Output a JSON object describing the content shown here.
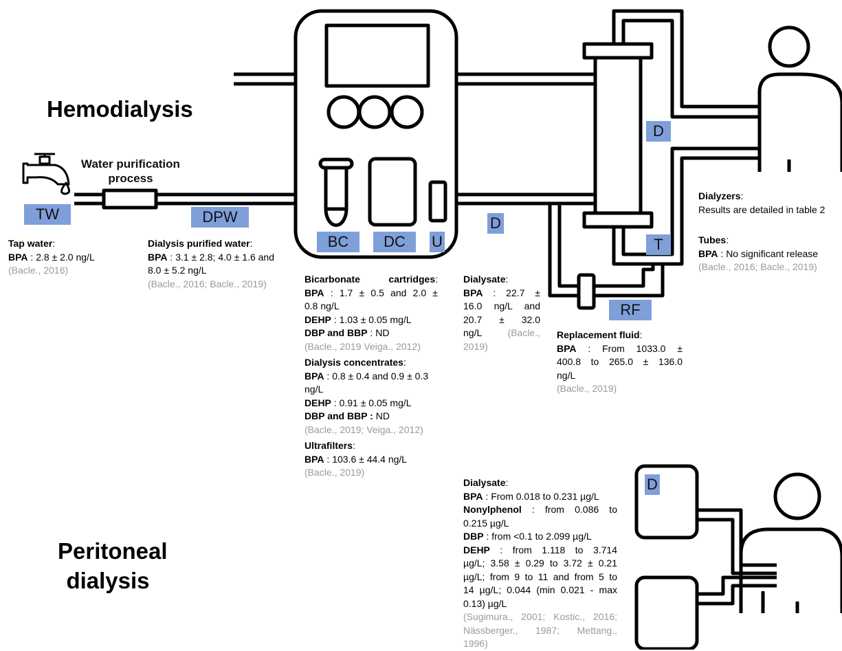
{
  "titles": {
    "hemodialysis": "Hemodialysis",
    "peritoneal_1": "Peritoneal",
    "peritoneal_2": "dialysis"
  },
  "water_process": {
    "line1": "Water purification",
    "line2": "process"
  },
  "badges": {
    "tw": "TW",
    "dpw": "DPW",
    "bc": "BC",
    "dc": "DC",
    "u": "U",
    "d_line": "D",
    "d_filter": "D",
    "t": "T",
    "rf": "RF",
    "d_pd": "D"
  },
  "colors": {
    "badge": "#7f9fd9",
    "citation": "#9a9a9a",
    "stroke": "#000000"
  },
  "tap_water": {
    "heading": "Tap water",
    "bpa_label": "BPA",
    "bpa_value": " : 2.8 ± 2.0 ng/L",
    "citation": "(Bacle., 2016)"
  },
  "dpw_info": {
    "heading": "Dialysis purified water",
    "bpa_label": "BPA",
    "bpa_value_1": " : 3.1 ± 2.8; 4.0 ± 1.6 and",
    "bpa_value_2": "8.0 ± 5.2 ng/L",
    "citation": "(Bacle., 2016; Bacle., 2019)"
  },
  "bicarbonate": {
    "heading": "Bicarbonate cartridges",
    "bpa_label": "BPA",
    "bpa_value_1": " : 1.7 ± 0.5 and 2.0 ±",
    "bpa_value_2": "0.8 ng/L",
    "dehp_label": "DEHP",
    "dehp_value": " : 1.03 ± 0.05 mg/L",
    "dbp_label": "DBP and BBP",
    "dbp_value": " : ND",
    "citation": "(Bacle., 2019 Veiga., 2012)"
  },
  "concentrates": {
    "heading": "Dialysis concentrates",
    "bpa_label": "BPA",
    "bpa_value_1": " : 0.8 ± 0.4 and 0.9 ± 0.3",
    "bpa_value_2": "ng/L",
    "dehp_label": "DEHP",
    "dehp_value": " : 0.91 ± 0.05 mg/L",
    "dbp_label": "DBP and BBP :",
    "dbp_value": " ND",
    "citation": "(Bacle., 2019; Veiga., 2012)"
  },
  "ultrafilters": {
    "heading": "Ultrafilters",
    "bpa_label": "BPA",
    "bpa_value": " : 103.6 ± 44.4 ng/L",
    "citation": "(Bacle., 2019)"
  },
  "dialysate_hd": {
    "heading": "Dialysate",
    "line1_label": "BPA",
    "line1_value": " : 22.7 ±",
    "line2": "16.0 ng/L and",
    "line3": "20.7 ± 32.0",
    "line4_text": "ng/L ",
    "line4_cite": "(Bacle.,",
    "line5_cite": "2019)"
  },
  "replacement_fluid": {
    "heading": "Replacement fluid",
    "bpa_label": "BPA",
    "bpa_value_1": " : From 1033.0 ±",
    "bpa_value_2": "400.8 to 265.0 ± 136.0",
    "bpa_value_3": "ng/L",
    "citation": "(Bacle., 2019)"
  },
  "dialyzers": {
    "heading": "Dialyzers",
    "text": "Results are detailed in table 2"
  },
  "tubes": {
    "heading": "Tubes",
    "bpa_label": "BPA",
    "bpa_value": " : No significant release",
    "citation": "(Bacle., 2016; Bacle., 2019)"
  },
  "dialysate_pd": {
    "heading": "Dialysate",
    "bpa_label": "BPA",
    "bpa_value": " : From 0.018 to 0.231 µg/L",
    "np_label": "Nonylphenol",
    "np_value_1": " : from 0.086 to",
    "np_value_2": "0.215 µg/L",
    "dbp_label": "DBP",
    "dbp_value": " : from <0.1 to 2.099 µg/L",
    "dehp_label": "DEHP",
    "dehp_value_1": " : from 1.118 to 3.714",
    "dehp_value_2": "µg/L; 3.58 ± 0.29 to 3.72 ± 0.21",
    "dehp_value_3": "µg/L; from 9 to 11 and from 5 to",
    "dehp_value_4": "14 µg/L; 0.044 (min 0.021 - max",
    "dehp_value_5": "0.13) µg/L",
    "cite_1": "(Sugimura., 2001; Kostic., 2016;",
    "cite_2": "Nässberger., 1987; Mettang.,",
    "cite_3": "1996)"
  }
}
